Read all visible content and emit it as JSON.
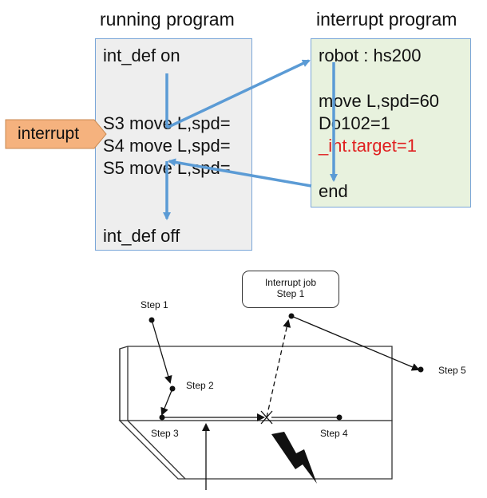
{
  "headers": {
    "running": "running program",
    "interrupt": "interrupt program"
  },
  "running_program": {
    "lines": [
      "int_def on",
      "S3 move L,spd=",
      "S4 move L,spd=",
      "S5 move L,spd=",
      "int_def off"
    ]
  },
  "interrupt_program": {
    "lines": [
      "robot : hs200",
      "move L,spd=60",
      "Do102=1",
      "_int.target=1",
      "end"
    ]
  },
  "badge": {
    "label": "interrupt",
    "color": "#f5b27e"
  },
  "colors": {
    "arrow": "#5b9bd5",
    "highlight": "#e02020",
    "running_bg": "#eeeeee",
    "interrupt_bg": "#e8f2de",
    "border": "#7aa6d8"
  },
  "bottom_diagram": {
    "job_box": {
      "line1": "Interrupt job",
      "line2": "Step 1"
    },
    "steps": {
      "step1": "Step 1",
      "step2": "Step 2",
      "step3": "Step 3",
      "step4": "Step 4",
      "step5": "Step 5"
    },
    "icons": [
      "lightning-icon",
      "cross-marker-icon"
    ]
  }
}
